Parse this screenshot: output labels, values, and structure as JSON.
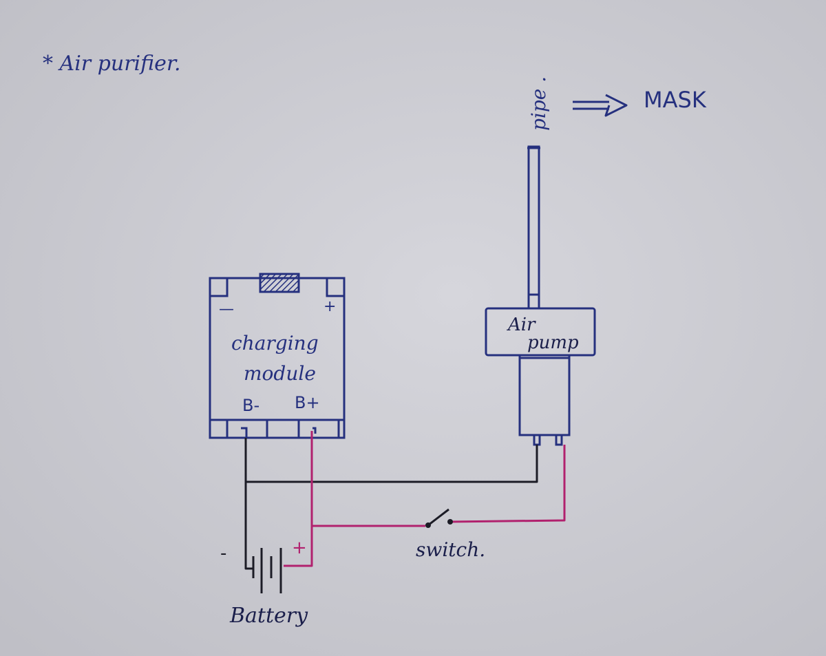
{
  "title": "* Air purifier.",
  "labels": {
    "pipe": "pipe .",
    "mask": "MASK",
    "charging_module_line1": "charging",
    "charging_module_line2": "module",
    "b_minus": "B-",
    "b_plus": "B+",
    "module_minus": "—",
    "module_plus": "+",
    "air_pump_line1": "Air",
    "air_pump_line2": "pump",
    "switch": "switch.",
    "battery": "Battery",
    "battery_minus": "-",
    "battery_plus": "+"
  },
  "colors": {
    "paper": "#c9c9cf",
    "ink": "#25307e",
    "negative_wire": "#1c1c26",
    "positive_wire": "#b1216e"
  }
}
